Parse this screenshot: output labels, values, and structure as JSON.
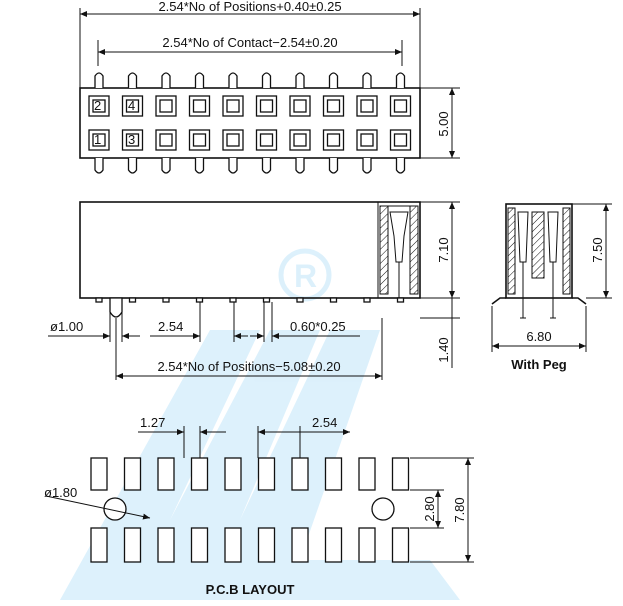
{
  "top_view": {
    "dim_overall": "2.54*No  of  Positions+0.40±0.25",
    "dim_contact": "2.54*No  of  Contact−2.54±0.20",
    "dim_height": "5.00",
    "pin_labels": [
      "2",
      "4",
      "1",
      "3"
    ]
  },
  "side_view": {
    "dim_height": "7.10",
    "dim_tail": "1.40",
    "dim_post": "ø1.00",
    "dim_pitch": "2.54",
    "dim_tail_square": "0.60*0.25",
    "dim_span": "2.54*No  of  Positions−5.08±0.20"
  },
  "end_view": {
    "dim_height": "7.50",
    "dim_width": "6.80",
    "caption": "With Peg"
  },
  "pcb_layout": {
    "dim_pad_width": "1.27",
    "dim_pitch": "2.54",
    "dim_hole": "ø1.80",
    "dim_row_spacing": "2.80",
    "dim_total": "7.80",
    "caption": "P.C.B  LAYOUT"
  },
  "colors": {
    "line": "#111111",
    "watermark": "#1aa3e8"
  }
}
